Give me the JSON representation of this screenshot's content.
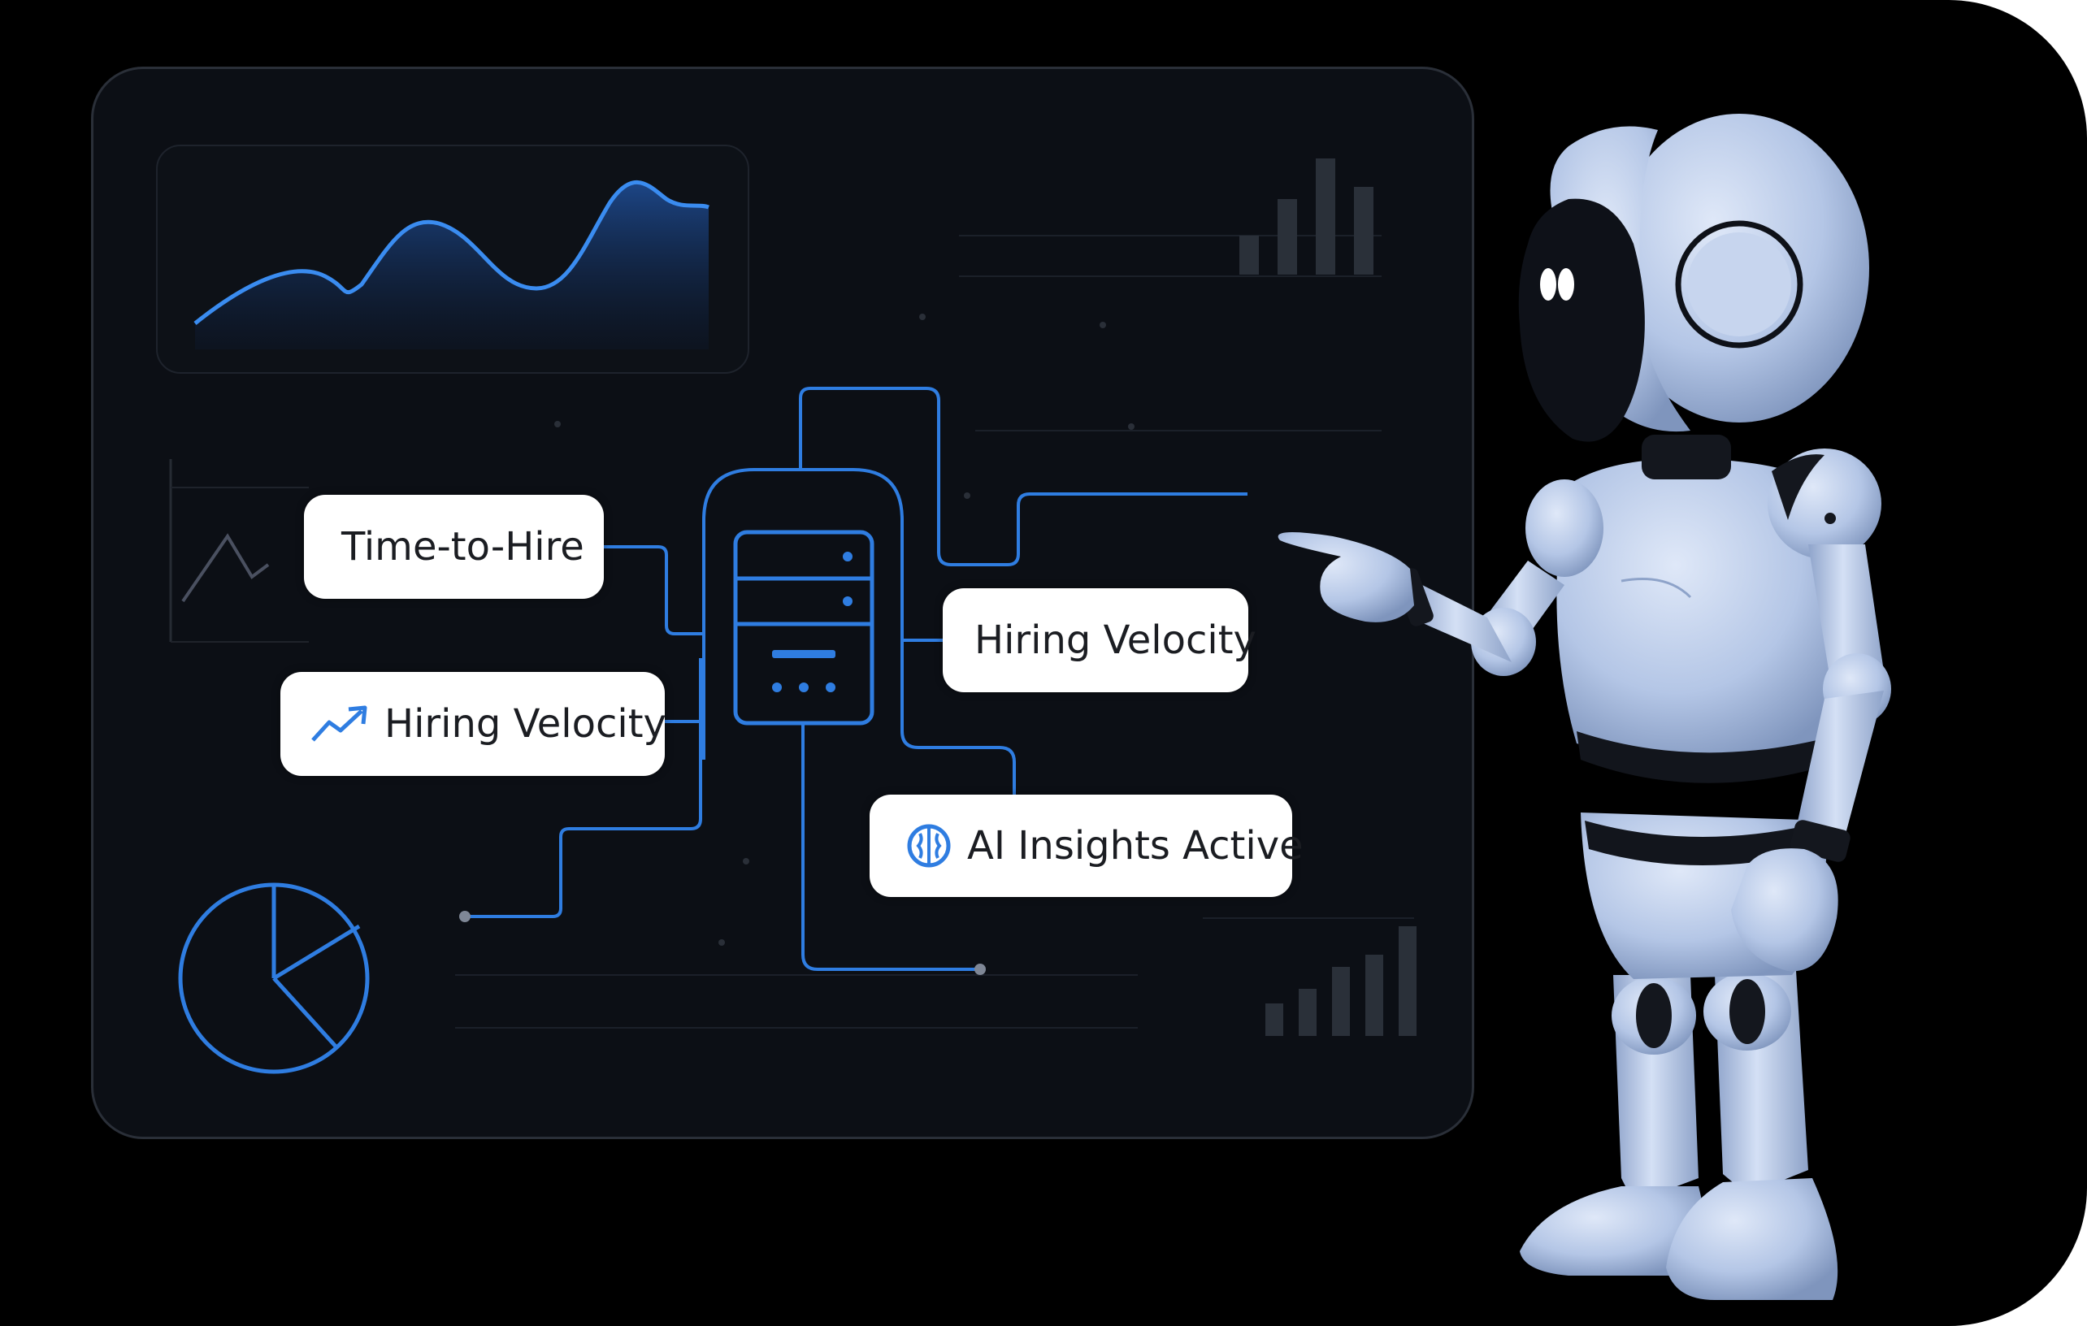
{
  "labels": {
    "time_to_hire": "Time-to-Hire",
    "hiring_velocity_left": "Hiring Velocity",
    "hiring_velocity_right": "Hiring Velocity",
    "ai_insights": "AI Insights Active"
  },
  "icons": {
    "trend": "trend-up-icon",
    "ai": "brain-chip-icon",
    "server": "server-icon",
    "pie": "pie-chart-icon",
    "robot": "robot-illustration"
  },
  "colors": {
    "accent": "#2f7de1",
    "background": "#000000",
    "panel": "#0c0f15",
    "robot_body": "#b8c8e8",
    "robot_dark": "#10131a"
  }
}
